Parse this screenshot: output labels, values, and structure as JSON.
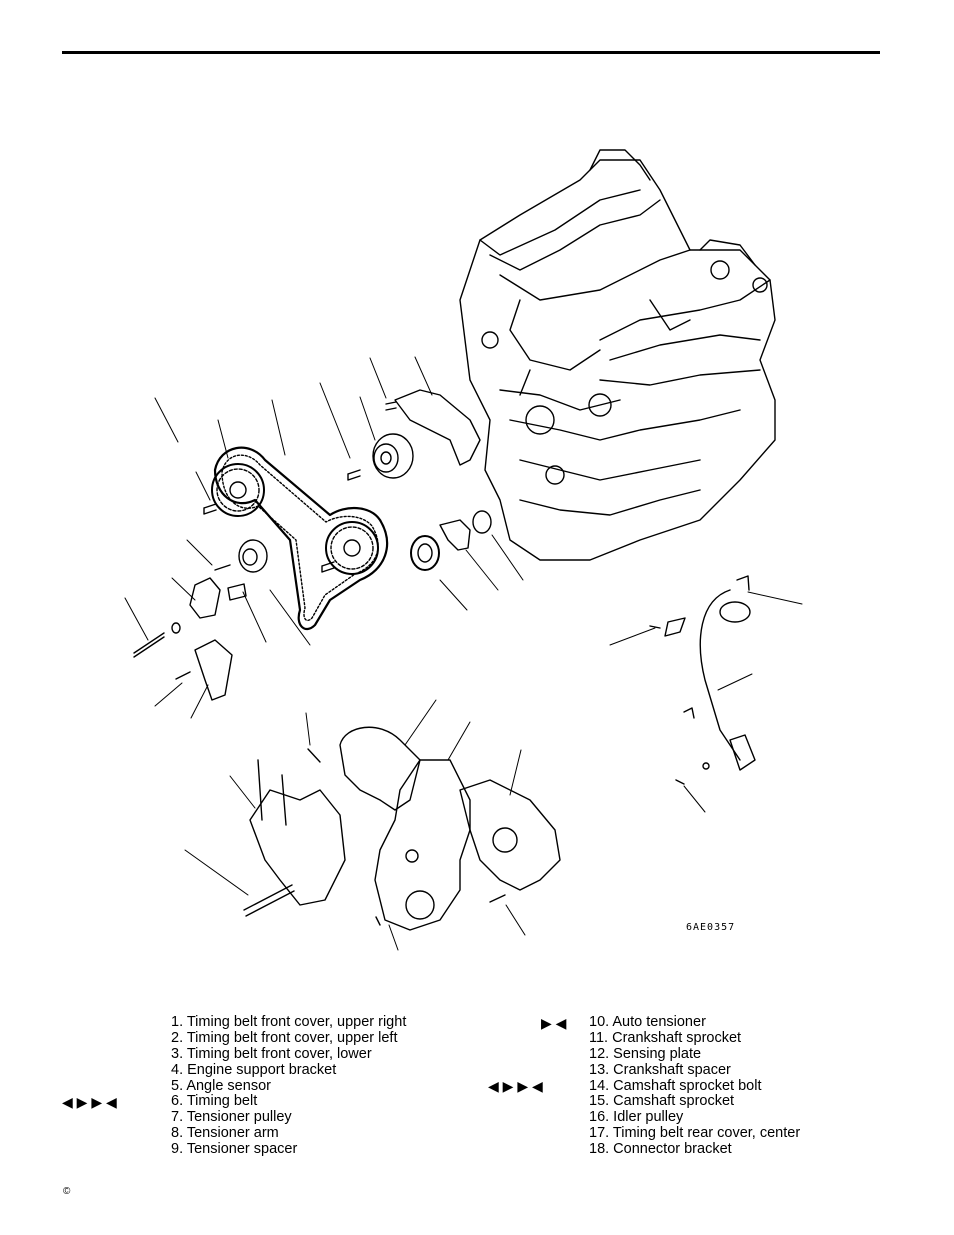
{
  "figure_code": "6AE0357",
  "legend_left": [
    "1. Timing  belt  front  cover,  upper  right",
    "2. Timing  belt  front  cover,  upper  left",
    "3. Timing  belt  front  cover,  lower",
    "4. Engine  support  bracket",
    "5. Angle  sensor",
    "6. Timing  belt",
    "7. Tensioner  pulley",
    "8. Tensioner  arm",
    "9. Tensioner  spacer"
  ],
  "legend_right": [
    "10. Auto  tensioner",
    "11. Crankshaft  sprocket",
    "12. Sensing  plate",
    "13. Crankshaft  spacer",
    "14. Camshaft  sprocket  bolt",
    "15. Camshaft  sprocket",
    "16. Idler  pulley",
    "17. Timing  belt  rear  cover,  center",
    "18. Connector  bracket"
  ],
  "marks": {
    "item6": "◀ ▶ ▶ ◀",
    "item10": "▶ ◀",
    "item14": "◀ ▶ ▶ ◀"
  },
  "copyright": "©"
}
